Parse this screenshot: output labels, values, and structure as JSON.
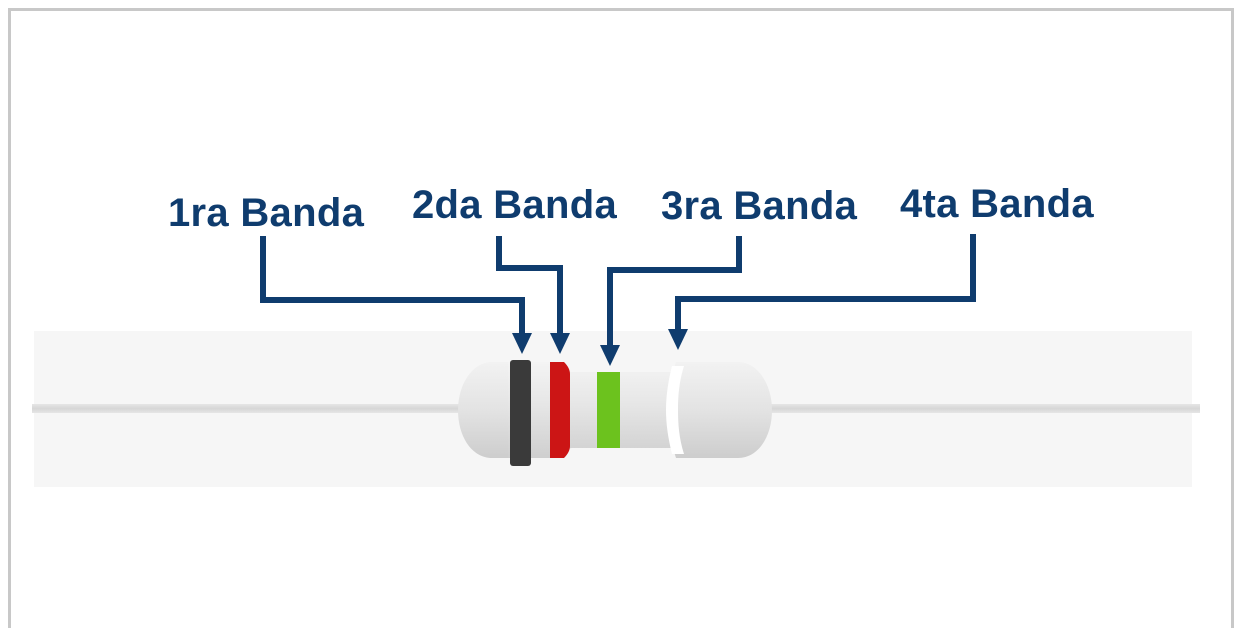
{
  "labels": [
    "1ra Banda",
    "2da Banda",
    "3ra Banda",
    "4ta Banda"
  ],
  "colors": {
    "label_text": "#0f3c6e",
    "arrow": "#0f3c6e",
    "band_1": "#3a3a3a",
    "band_2": "#cc1515",
    "band_3": "#6cc21e",
    "band_4": "#ffffff",
    "resistor_body": "#e2e2e2",
    "lead_wire": "#d9d9d9"
  }
}
